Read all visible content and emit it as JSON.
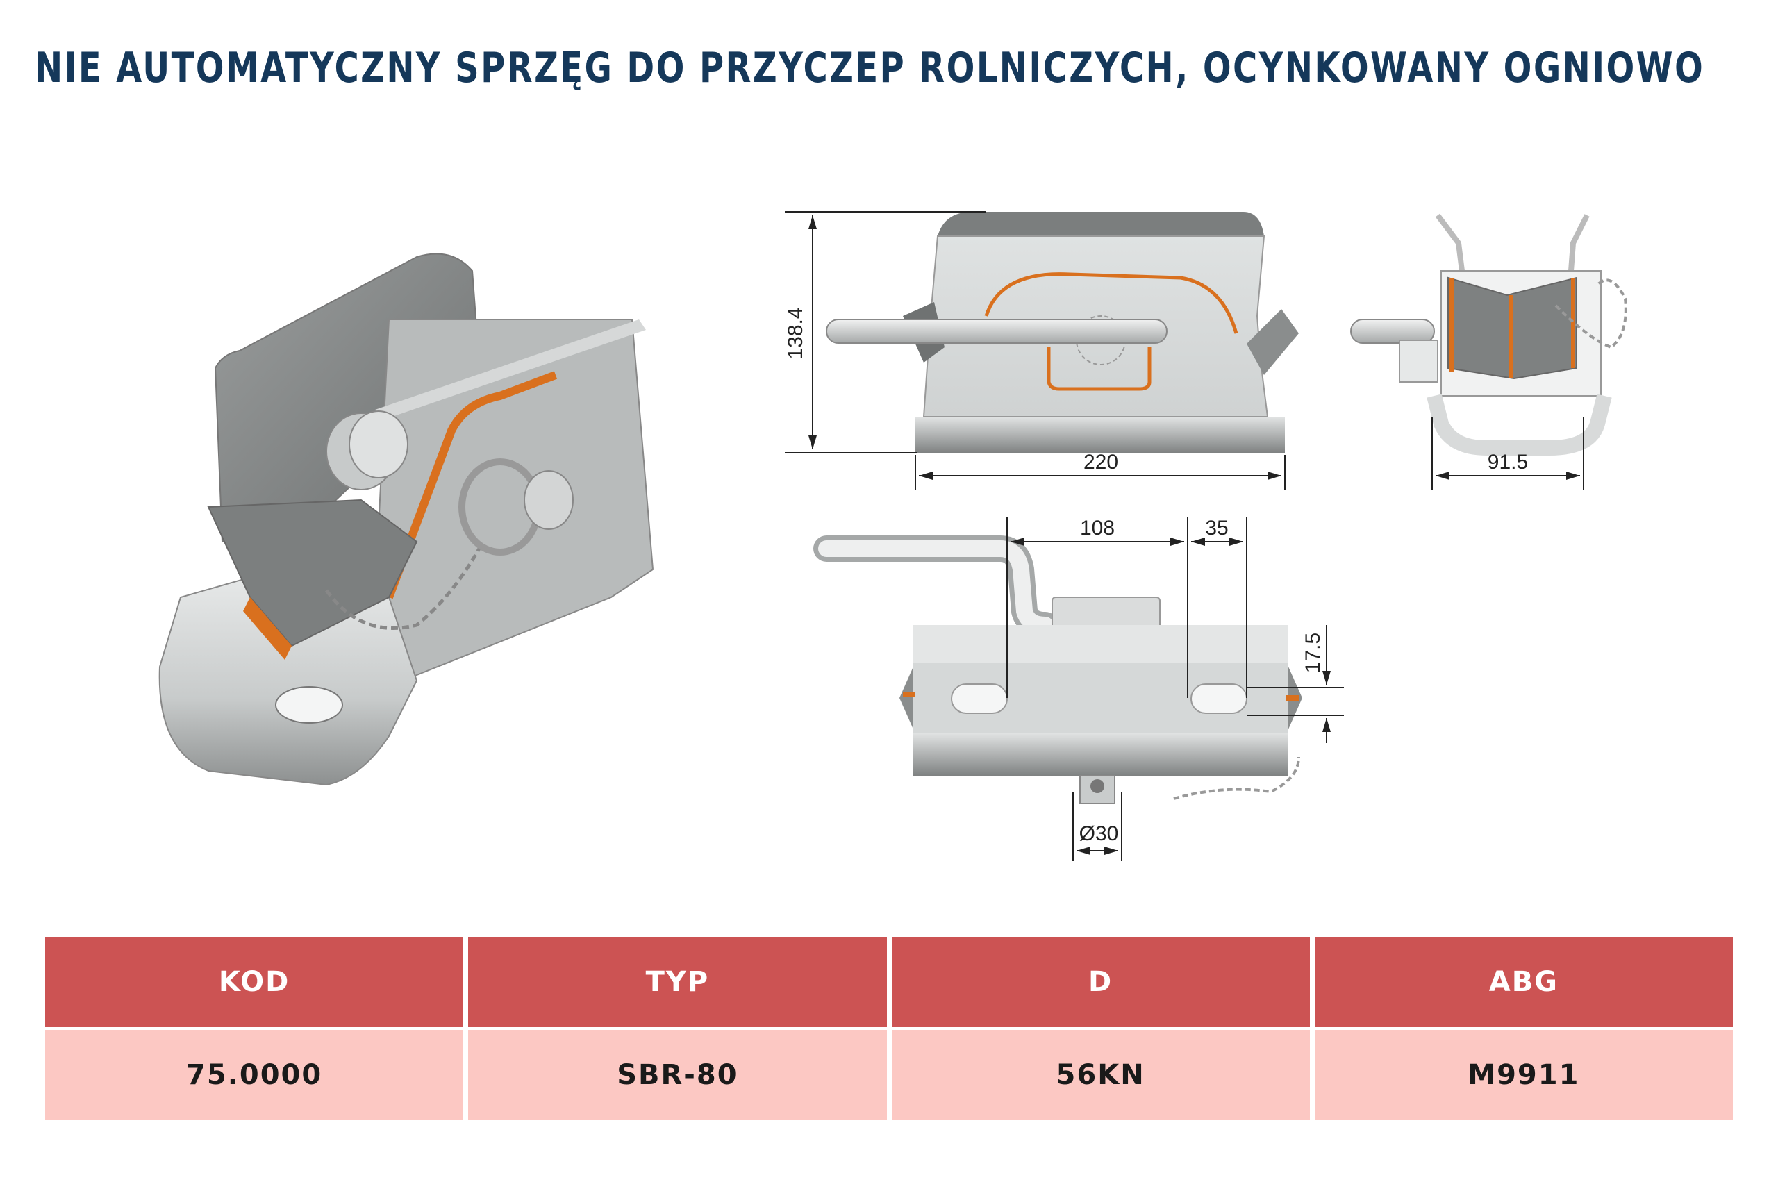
{
  "title": "NIE AUTOMATYCZNY SPRZĘG DO PRZYCZEP ROLNICZYCH, OCYNKOWANY OGNIOWO",
  "drawing": {
    "dimensions": {
      "height": "138.4",
      "width": "220",
      "side_width": "91.5",
      "slot_spacing": "108",
      "slot_width": "35",
      "slot_height": "17.5",
      "pin_diameter": "Ø30"
    }
  },
  "table": {
    "headers": [
      "KOD",
      "TYP",
      "D",
      "ABG"
    ],
    "rows": [
      [
        "75.0000",
        "SBR-80",
        "56KN",
        "M9911"
      ]
    ]
  },
  "colors": {
    "title": "#15385a",
    "header_bg": "#cc5353",
    "cell_bg": "#fcc8c3",
    "accent_orange": "#d9701e"
  }
}
